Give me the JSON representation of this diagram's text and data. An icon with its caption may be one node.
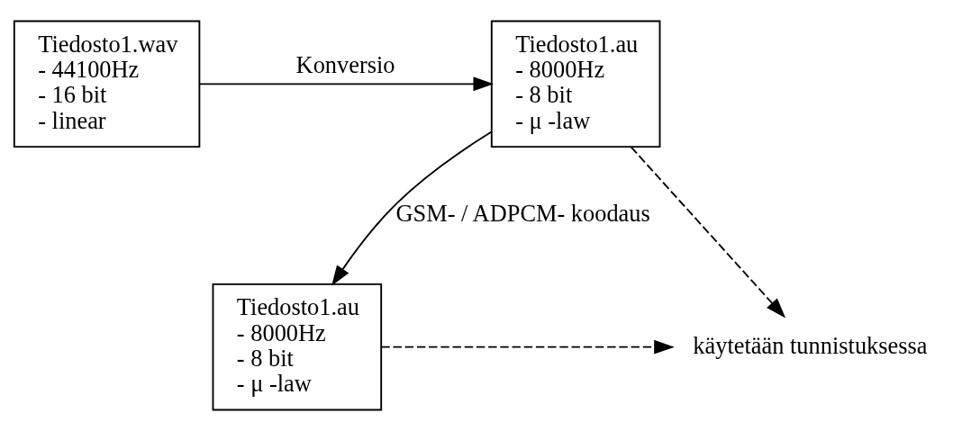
{
  "diagram": {
    "nodes": [
      {
        "text": [
          "Tiedosto1.wav",
          "- 44100Hz",
          "- 16 bit",
          "- linear"
        ]
      },
      {
        "text": [
          "Tiedosto1.au",
          "- 8000Hz",
          "- 8 bit",
          "- μ -law"
        ]
      },
      {
        "text": [
          "Tiedosto1.au",
          "- 8000Hz",
          "- 8 bit",
          "- μ -law"
        ]
      },
      {
        "text": [
          "käytetään tunnistuksessa"
        ]
      }
    ],
    "edges": [
      {
        "from": 0,
        "to": 1,
        "arrow": "to",
        "label": "Konversio"
      },
      {
        "from": 1,
        "to": 2,
        "arrow": "to",
        "label": "GSM- / ADPCM- koodaus"
      },
      {
        "from": 1,
        "to": 3,
        "arrow": "to",
        "style": "dashed"
      },
      {
        "from": 2,
        "to": 3,
        "arrow": "to",
        "style": "dashed"
      }
    ]
  }
}
